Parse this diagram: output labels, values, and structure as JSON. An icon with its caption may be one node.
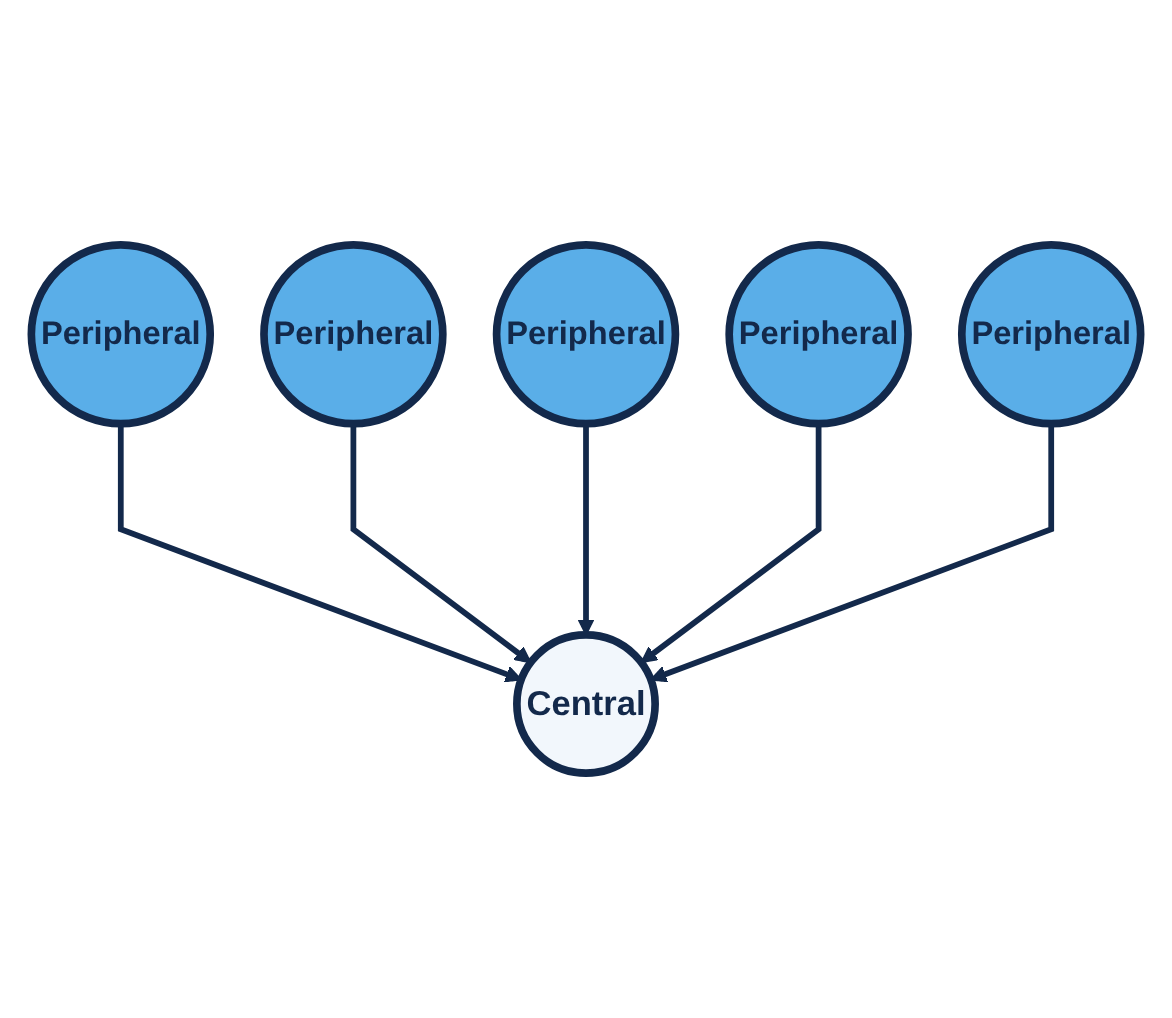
{
  "diagram": {
    "nodes": [
      {
        "text": [
          "Peripheral"
        ]
      },
      {
        "text": [
          "Peripheral"
        ]
      },
      {
        "text": [
          "Central"
        ]
      },
      {
        "text": [
          "Peripheral"
        ]
      },
      {
        "text": [
          "Peripheral"
        ]
      },
      {
        "text": [
          "Peripheral"
        ]
      }
    ],
    "edges": [
      {
        "from": 0,
        "to": 2,
        "arrow": "to"
      },
      {
        "from": 1,
        "to": 2,
        "arrow": "to"
      },
      {
        "from": 3,
        "to": 2,
        "arrow": "to"
      },
      {
        "from": 4,
        "to": 2,
        "arrow": "to"
      },
      {
        "from": 5,
        "to": 2,
        "arrow": "to"
      }
    ]
  }
}
